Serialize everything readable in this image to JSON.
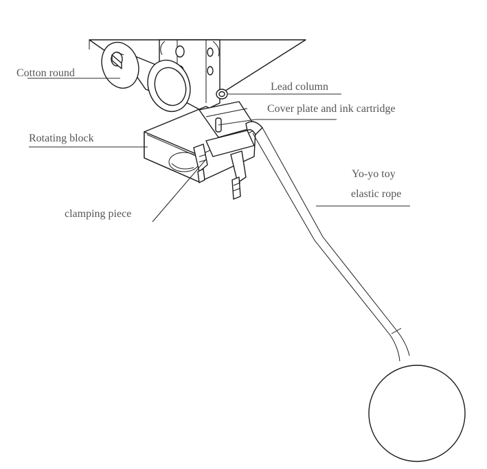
{
  "labels": {
    "cotton_round": "Cotton round",
    "lead_column": "Lead column",
    "cover_plate": "Cover plate and ink cartridge",
    "rotating_block": "Rotating block",
    "yoyo_line1": "Yo-yo toy",
    "yoyo_line2": "elastic rope",
    "clamping_piece": "clamping piece"
  },
  "colors": {
    "line": "#1a1a1a",
    "label_text": "#555555",
    "background": "#ffffff"
  }
}
